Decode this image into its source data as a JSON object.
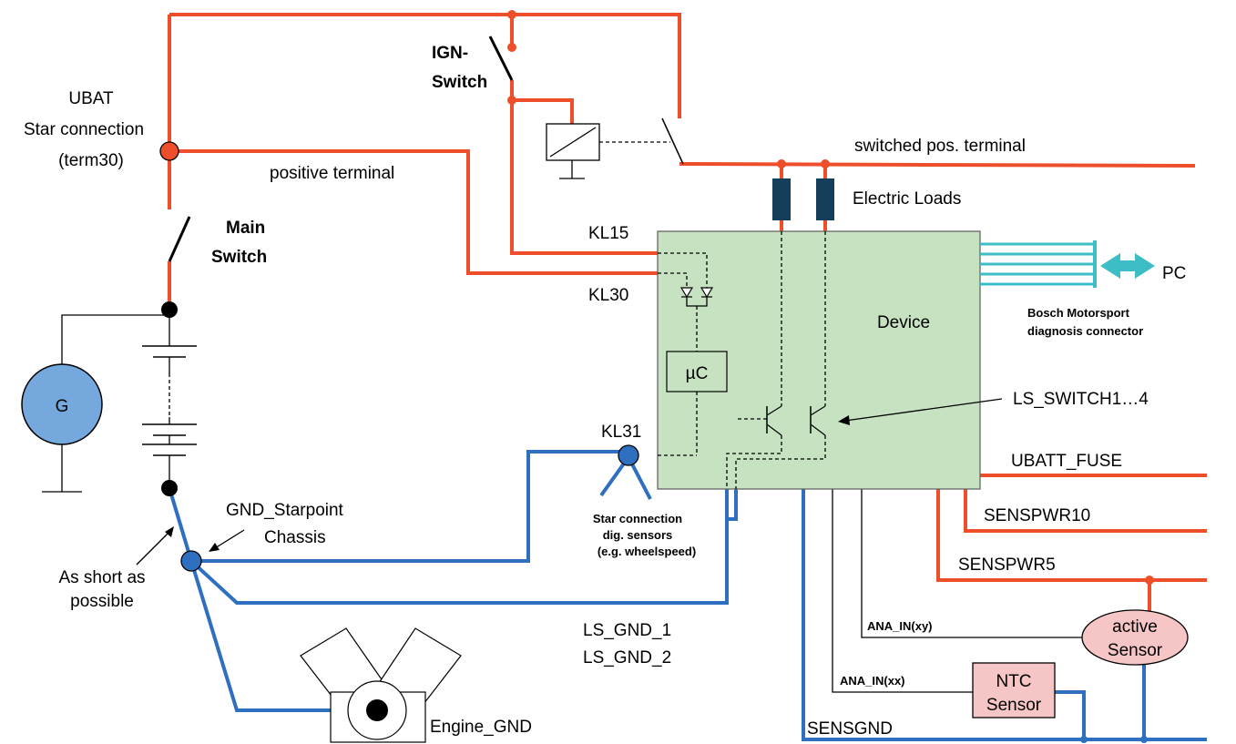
{
  "labels": {
    "ubat": "UBAT",
    "star_connection": "Star connection",
    "term30": "(term30)",
    "positive_terminal": "positive terminal",
    "ign_switch_1": "IGN-",
    "ign_switch_2": "Switch",
    "switched_pos_terminal": "switched pos. terminal",
    "electric_loads": "Electric Loads",
    "main_switch_1": "Main",
    "main_switch_2": "Switch",
    "kl15": "KL15",
    "kl30": "KL30",
    "kl31": "KL31",
    "device": "Device",
    "uc": "µC",
    "pc": "PC",
    "bosch_1": "Bosch Motorsport",
    "bosch_2": "diagnosis connector",
    "ls_switch": "LS_SWITCH1…4",
    "generator": "G",
    "gnd_starpoint_1": "GND_Starpoint",
    "gnd_starpoint_2": "Chassis",
    "as_short_1": "As short as",
    "as_short_2": "possible",
    "star_dig_1": "Star connection",
    "star_dig_2": "dig. sensors",
    "star_dig_3": "(e.g. wheelspeed)",
    "ubatt_fuse": "UBATT_FUSE",
    "senspwr10": "SENSPWR10",
    "senspwr5": "SENSPWR5",
    "ana_in_xy": "ANA_IN(xy)",
    "ana_in_xx": "ANA_IN(xx)",
    "active_sensor_1": "active",
    "active_sensor_2": "Sensor",
    "ntc_sensor_1": "NTC",
    "ntc_sensor_2": "Sensor",
    "ls_gnd_1": "LS_GND_1",
    "ls_gnd_2": "LS_GND_2",
    "engine_gnd": "Engine_GND",
    "sensgnd": "SENSGND"
  },
  "colors": {
    "power_wire": "#ee4e2a",
    "ground_wire": "#2f6fc0",
    "device_fill": "#c6e2c0",
    "diag_connector": "#3dbdc6",
    "load_fill": "#143f5a",
    "sensor_fill": "#f6c6c6",
    "generator_fill": "#75a8dc"
  }
}
